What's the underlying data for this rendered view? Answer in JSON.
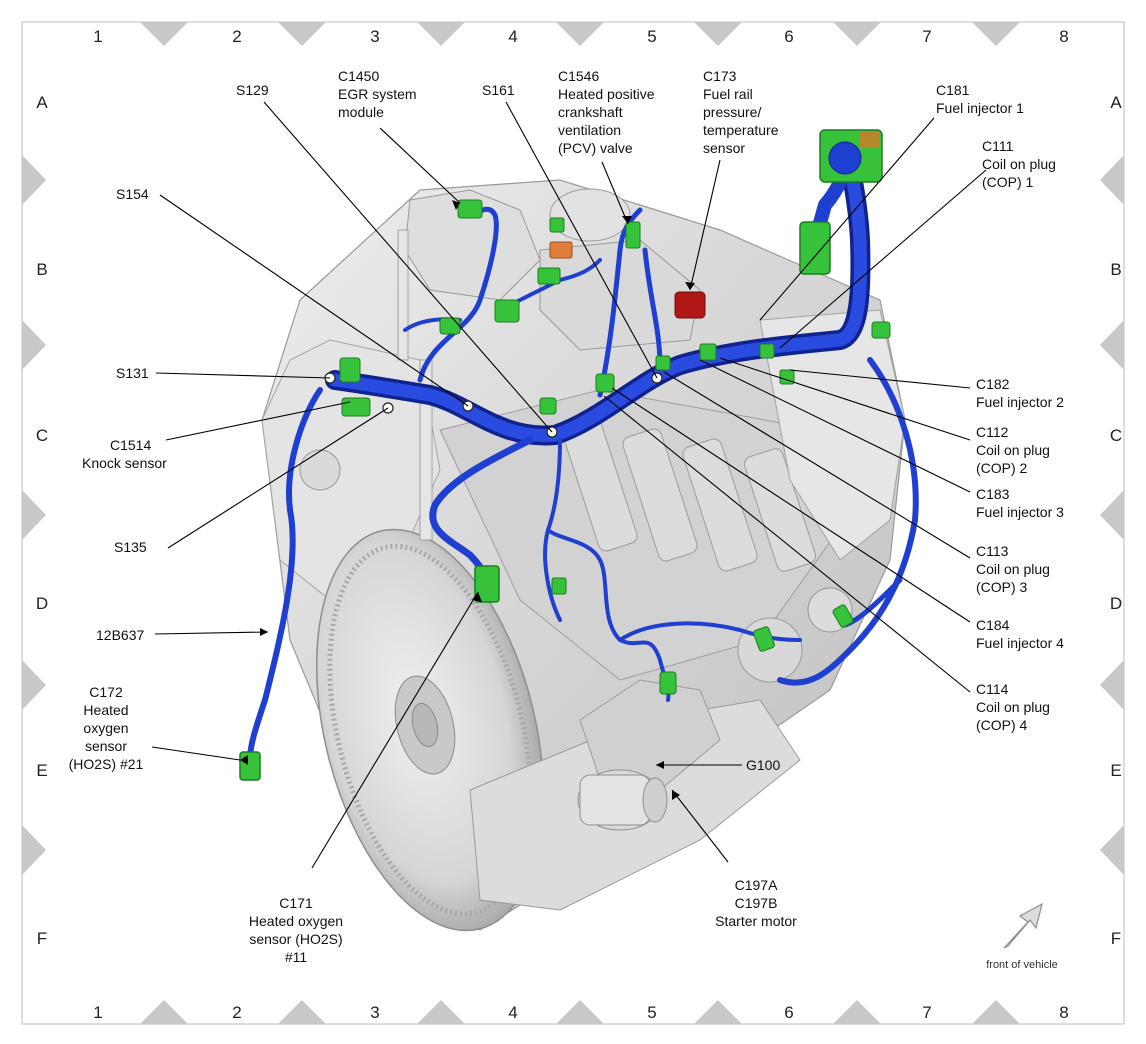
{
  "grid": {
    "columns": [
      "1",
      "2",
      "3",
      "4",
      "5",
      "6",
      "7",
      "8"
    ],
    "rows": [
      "A",
      "B",
      "C",
      "D",
      "E",
      "F"
    ]
  },
  "callouts": {
    "s129": "S129",
    "c1450": [
      "C1450",
      "EGR system",
      "module"
    ],
    "s161": "S161",
    "c1546": [
      "C1546",
      "Heated positive",
      "crankshaft",
      "ventilation",
      "(PCV) valve"
    ],
    "c173": [
      "C173",
      "Fuel rail",
      "pressure/",
      "temperature",
      "sensor"
    ],
    "c181": [
      "C181",
      "Fuel injector 1"
    ],
    "c111": [
      "C111",
      "Coil on plug",
      "(COP) 1"
    ],
    "s154": "S154",
    "s131": "S131",
    "c1514": [
      "C1514",
      "Knock sensor"
    ],
    "s135": "S135",
    "b12b637": "12B637",
    "c172": [
      "C172",
      "Heated",
      "oxygen",
      "sensor",
      "(HO2S) #21"
    ],
    "c182": [
      "C182",
      "Fuel injector 2"
    ],
    "c112": [
      "C112",
      "Coil on plug",
      "(COP) 2"
    ],
    "c183": [
      "C183",
      "Fuel injector 3"
    ],
    "c113": [
      "C113",
      "Coil on plug",
      "(COP) 3"
    ],
    "c184": [
      "C184",
      "Fuel injector 4"
    ],
    "c114": [
      "C114",
      "Coil on plug",
      "(COP) 4"
    ],
    "g100": "G100",
    "c197": [
      "C197A",
      "C197B",
      "Starter motor"
    ],
    "c171": [
      "C171",
      "Heated oxygen",
      "sensor (HO2S)",
      "#11"
    ]
  },
  "footer": {
    "front_of_vehicle": "front of vehicle"
  },
  "colors": {
    "harness": "#1f3fd0",
    "harness_dark": "#0f2290",
    "connector": "#36c23a",
    "connector_dark": "#1a7d1f",
    "sensor_red": "#b01818",
    "engine": "#d8d8d8",
    "engine_dark": "#a9a9a9",
    "border_triangle": "#c8c8c8"
  }
}
